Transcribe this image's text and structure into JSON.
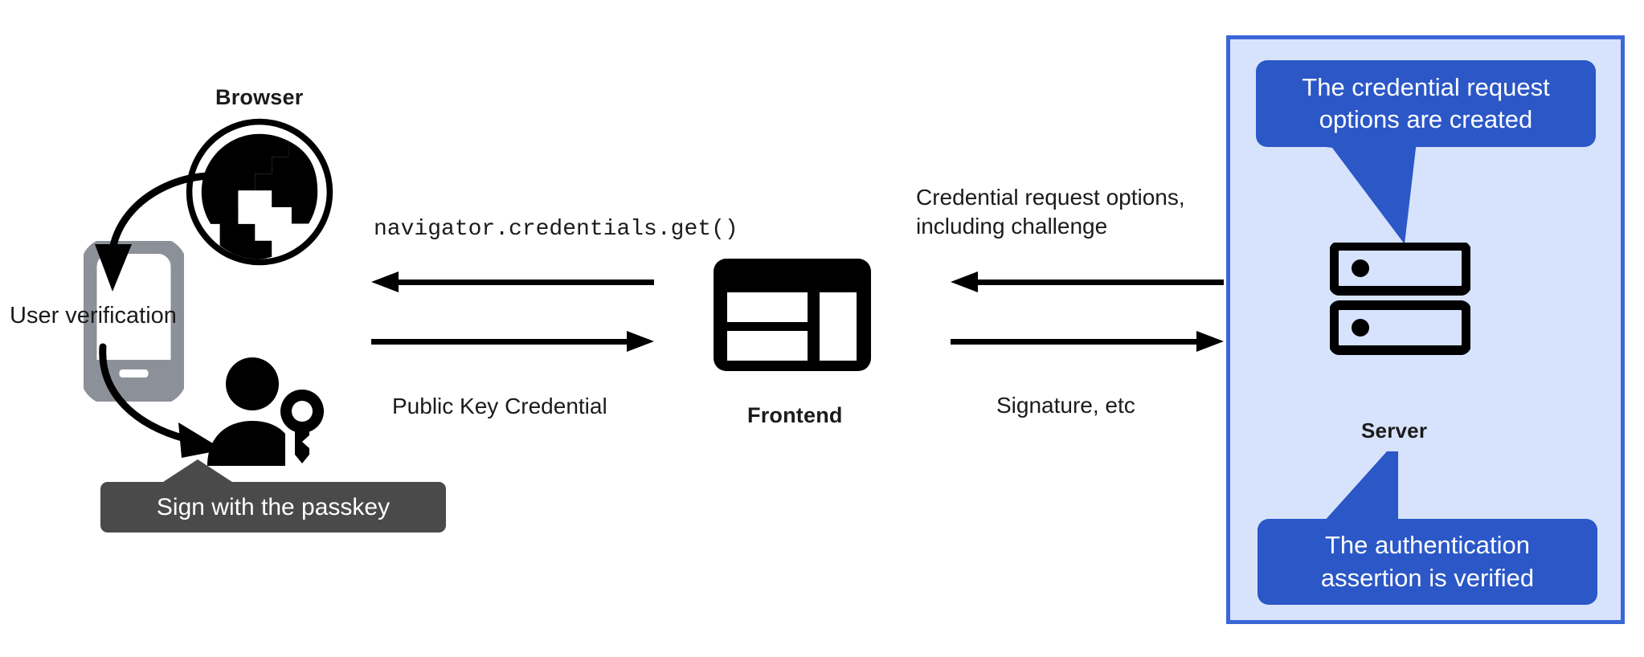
{
  "diagram": {
    "title_absent": true,
    "nodes": {
      "browser": {
        "label": "Browser",
        "icon": "globe-icon"
      },
      "authenticator_phone": {
        "icon": "phone-icon"
      },
      "user_key": {
        "icon": "person-with-key-icon"
      },
      "frontend": {
        "label": "Frontend",
        "icon": "browser-window-icon"
      },
      "server": {
        "label": "Server",
        "icon": "server-racks-icon"
      }
    },
    "left_flow": {
      "user_verification_label": "User verification",
      "passkey_tooltip": "Sign with the passkey"
    },
    "middle_arrows": {
      "top_label": "navigator.credentials.get()",
      "top_direction": "left",
      "bottom_label": "Public Key Credential",
      "bottom_direction": "right"
    },
    "right_arrows": {
      "top_label": "Credential request options,\ninclulding challenge",
      "top_label_text": "Credential request options,\nincluding challenge",
      "top_direction": "left",
      "bottom_label": "Signature, etc",
      "bottom_direction": "right"
    },
    "server_panel": {
      "callout_top": "The credential request\noptions are created",
      "callout_bottom": "The authentication\nassertion is verified"
    },
    "colors": {
      "panel_fill": "#d7e3fc",
      "panel_border": "#3b66d6",
      "callout_blue": "#2b57c7",
      "tooltip_gray": "#4a4a4a",
      "phone_gray": "#8c9199",
      "ink": "#000000",
      "background": "#ffffff"
    }
  }
}
